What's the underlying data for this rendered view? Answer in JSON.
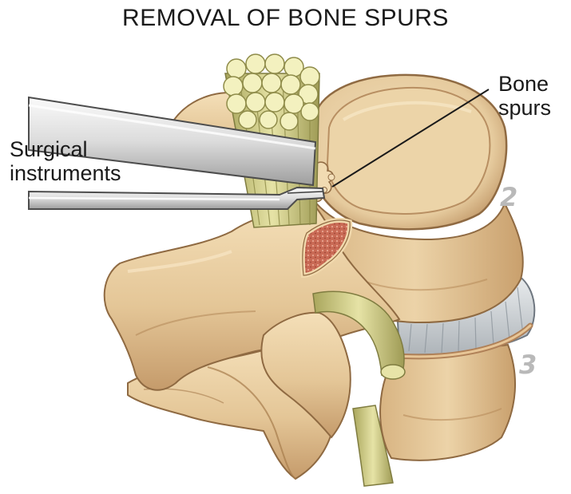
{
  "title": "REMOVAL OF BONE SPURS",
  "labels": {
    "bone_spurs_line1": "Bone",
    "bone_spurs_line2": "spurs",
    "instruments_line1": "Surgical",
    "instruments_line2": "instruments"
  },
  "vertebra_numbers": [
    "2",
    "3"
  ],
  "colors": {
    "bone": "#e9cfa2",
    "bone_shadow": "#b78c5e",
    "bone_light": "#f6e3bf",
    "nerve": "#d2cf8a",
    "disc": "#cfd3d6",
    "cut_bone": "#c2614f",
    "instrument": "#e7e7e7"
  }
}
